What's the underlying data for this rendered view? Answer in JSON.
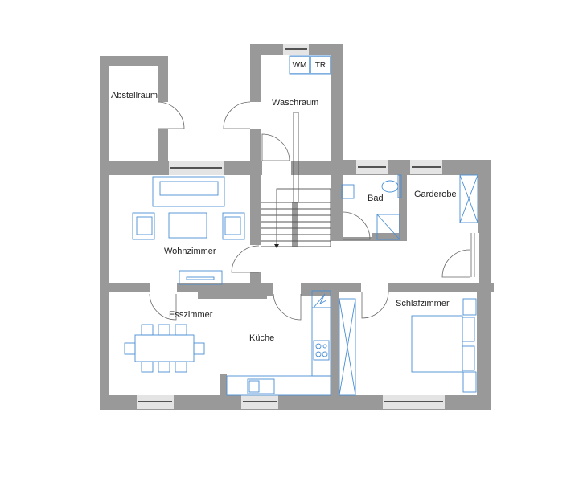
{
  "floorplan": {
    "rooms": [
      {
        "id": "abstellraum",
        "label": "Abstellraum"
      },
      {
        "id": "waschraum",
        "label": "Waschraum"
      },
      {
        "id": "wohnzimmer",
        "label": "Wohnzimmer"
      },
      {
        "id": "bad",
        "label": "Bad"
      },
      {
        "id": "garderobe",
        "label": "Garderobe"
      },
      {
        "id": "esszimmer",
        "label": "Esszimmer"
      },
      {
        "id": "kueche",
        "label": "Küche"
      },
      {
        "id": "schlafzimmer",
        "label": "Schlafzimmer"
      }
    ],
    "appliances": {
      "washing_machine": "WM",
      "dryer": "TR"
    },
    "colors": {
      "wall": "#999999",
      "furniture": "#4a8fd4",
      "background": "#ffffff"
    }
  }
}
